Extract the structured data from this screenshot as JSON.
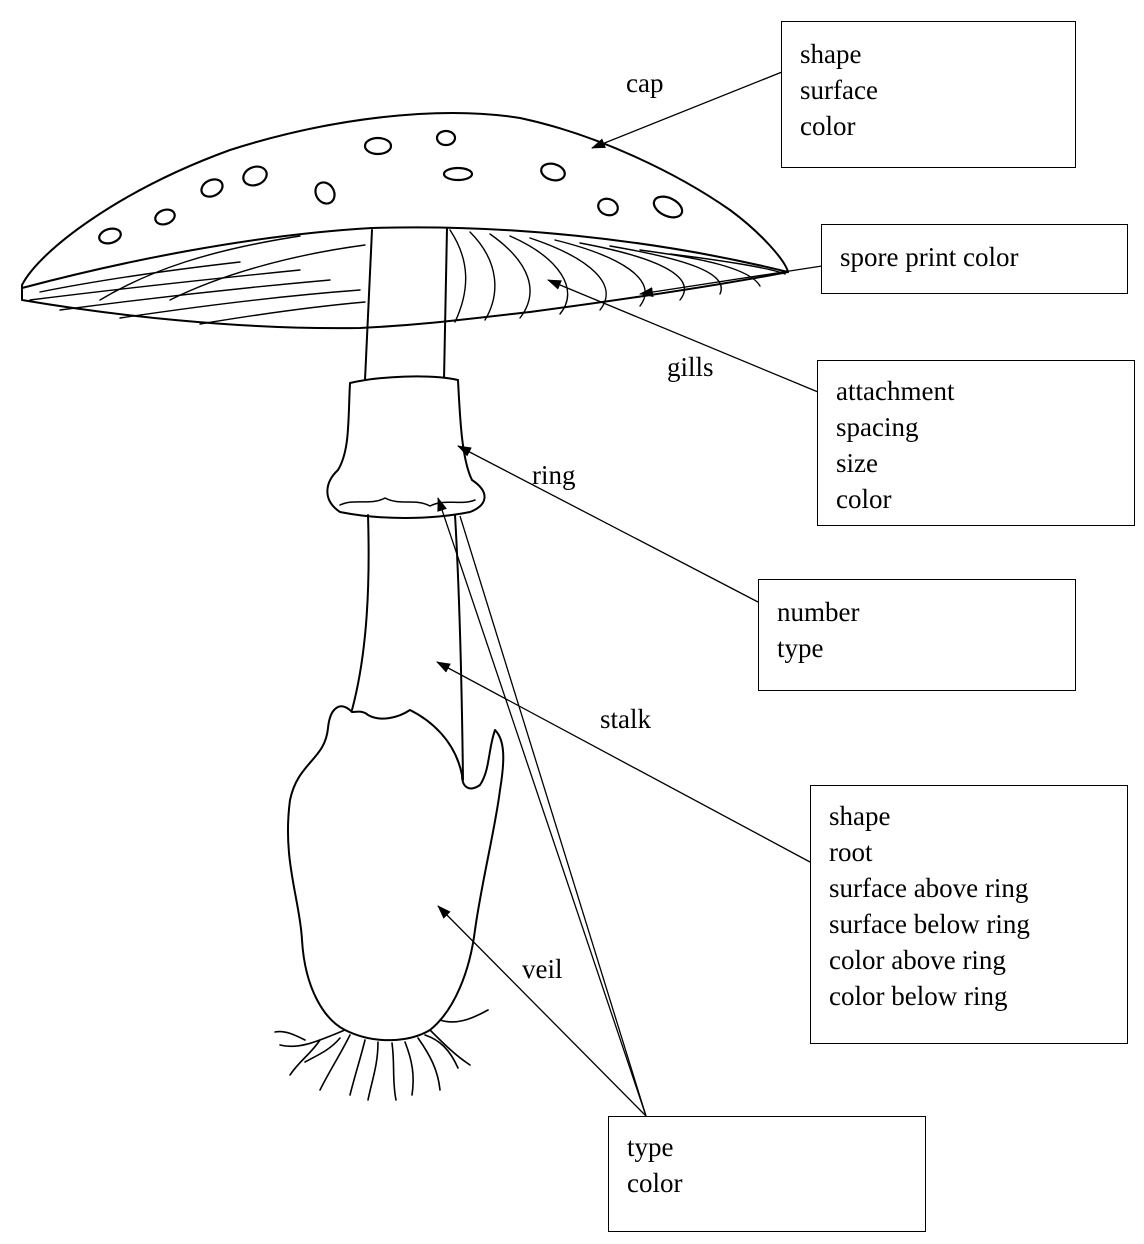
{
  "part_labels": {
    "cap": "cap",
    "gills": "gills",
    "ring": "ring",
    "stalk": "stalk",
    "veil": "veil"
  },
  "boxes": {
    "cap_box": [
      "shape",
      "surface",
      "color"
    ],
    "spore_box": [
      "spore print color"
    ],
    "gills_box": [
      "attachment",
      "spacing",
      "size",
      "color"
    ],
    "ring_box": [
      "number",
      "type"
    ],
    "stalk_box": [
      "shape",
      "root",
      "surface above ring",
      "surface below ring",
      "color above ring",
      "color below ring"
    ],
    "veil_box": [
      "type",
      "color"
    ]
  }
}
